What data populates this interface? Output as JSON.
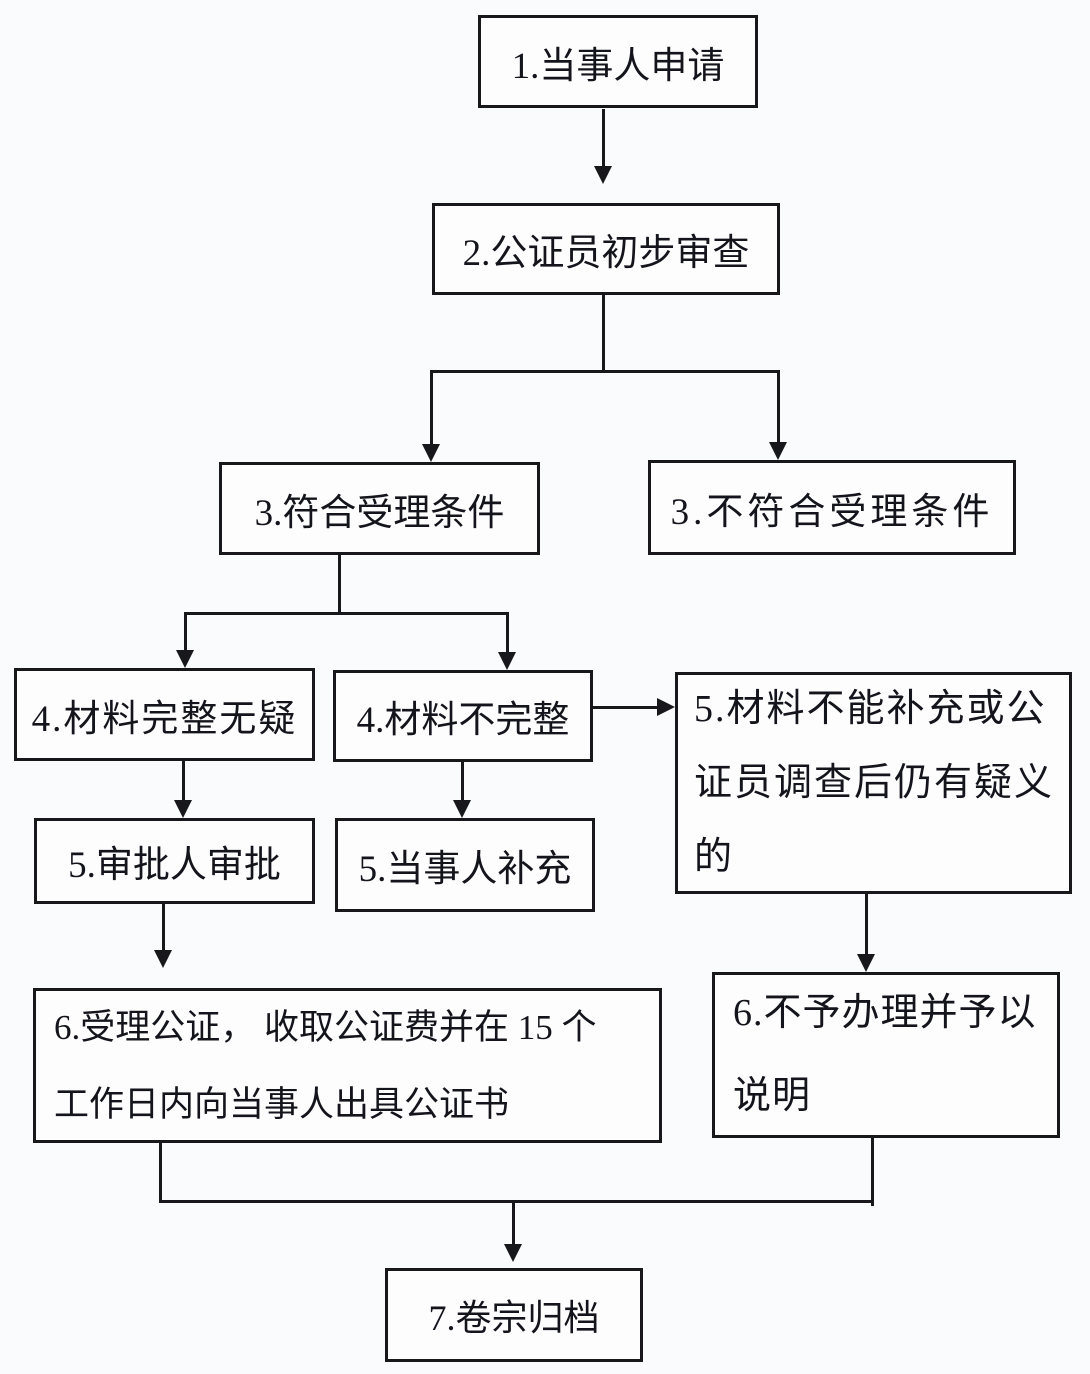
{
  "flowchart": {
    "colors": {
      "line": "#17171c",
      "text": "#14141c",
      "box_fill": "#fdfdfe",
      "background": "#fafbfc"
    },
    "nodes": {
      "step1": {
        "label": "1.当事人申请"
      },
      "step2": {
        "label": "2.公证员初步审查"
      },
      "step3_accept": {
        "label": "3.符合受理条件"
      },
      "step3_reject": {
        "label": "3.不符合受理条件"
      },
      "step4_complete": {
        "label": "4.材料完整无疑"
      },
      "step4_incomplete": {
        "label": "4.材料不完整"
      },
      "step5_approval": {
        "label": "5.审批人审批"
      },
      "step5_supplement": {
        "label": "5.当事人补充"
      },
      "step5_unresolvable": {
        "lines": [
          "5.材料不能补充或公",
          "证员调查后仍有疑义",
          "的"
        ]
      },
      "step6_accept": {
        "lines": [
          "6.受理公证， 收取公证费并在 15 个",
          "工作日内向当事人出具公证书"
        ]
      },
      "step6_refuse": {
        "lines": [
          "6.不予办理并予以",
          "说明"
        ]
      },
      "step7": {
        "label": "7.卷宗归档"
      }
    }
  }
}
